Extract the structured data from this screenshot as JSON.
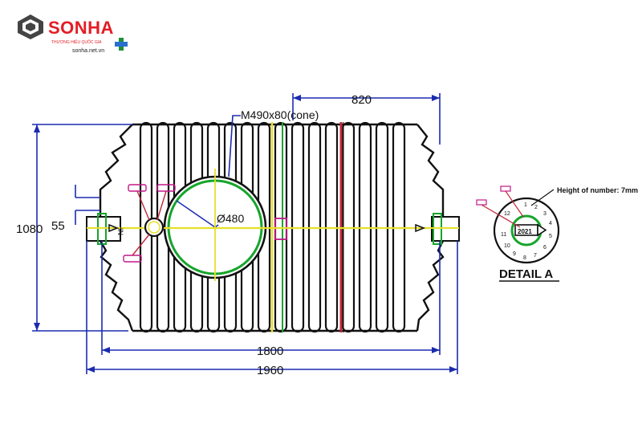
{
  "brand": {
    "name": "SONHA",
    "tagline": "THƯƠNG HIỆU QUỐC GIA",
    "url": "sonha.net.vn",
    "color": "#e31d25"
  },
  "drawing": {
    "cone_label": "M490x80(cone)",
    "manhole_diameter": "Ø480",
    "dim_top": "820",
    "dim_height": "1080",
    "dim_inlet": "55",
    "dim_inner_length": "1800",
    "dim_total_length": "1960",
    "detail_title": "DETAIL A",
    "detail_note": "Height of number: 7mm",
    "detail_year": "2021"
  },
  "colors": {
    "outline": "#111111",
    "dimension": "#1b2bb0",
    "centerline": "#e6e02a",
    "green": "#16a52b",
    "red": "#c0283a",
    "magenta": "#c2188a"
  }
}
